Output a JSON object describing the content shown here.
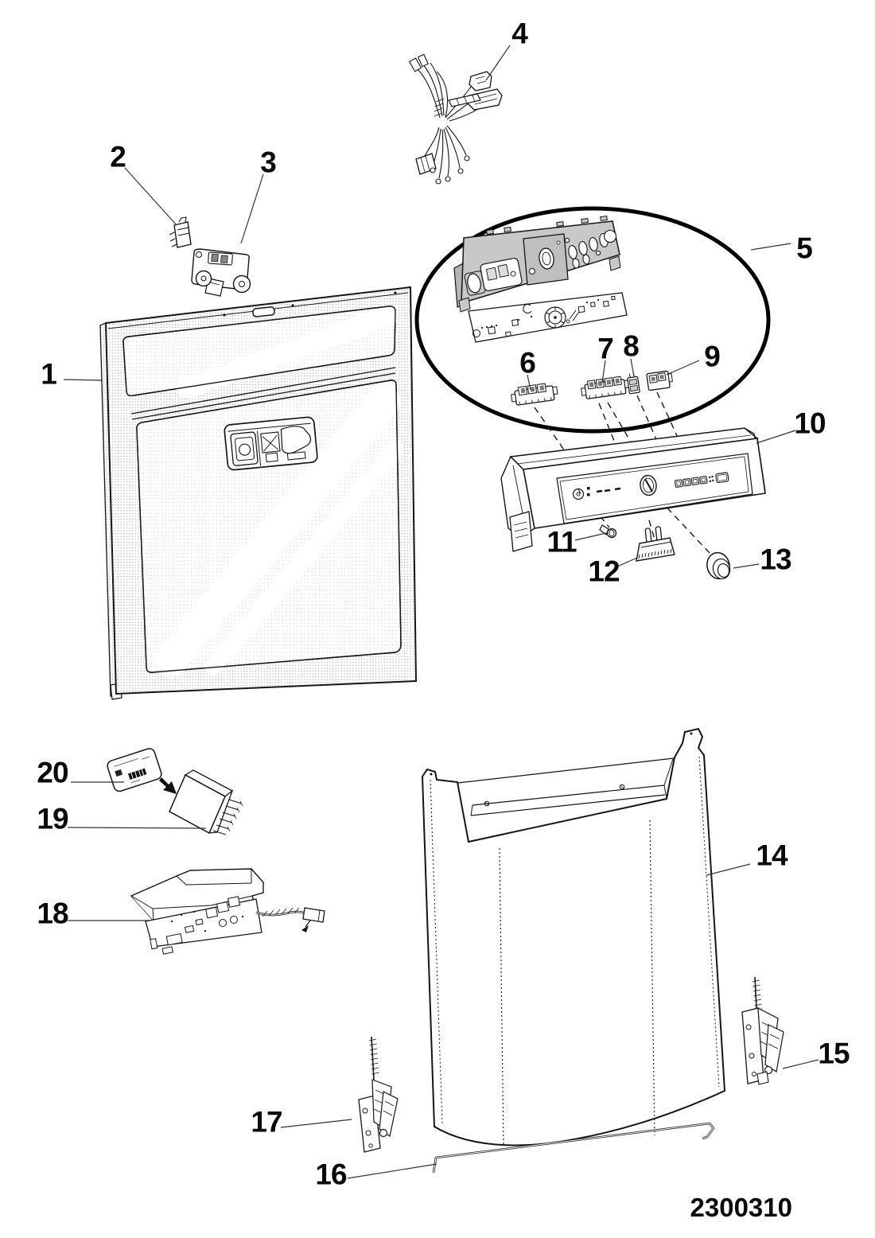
{
  "figure": {
    "document_number": "2300310",
    "callouts": [
      "1",
      "2",
      "3",
      "4",
      "5",
      "6",
      "7",
      "8",
      "9",
      "10",
      "11",
      "12",
      "13",
      "14",
      "15",
      "16",
      "17",
      "18",
      "19",
      "20"
    ]
  }
}
